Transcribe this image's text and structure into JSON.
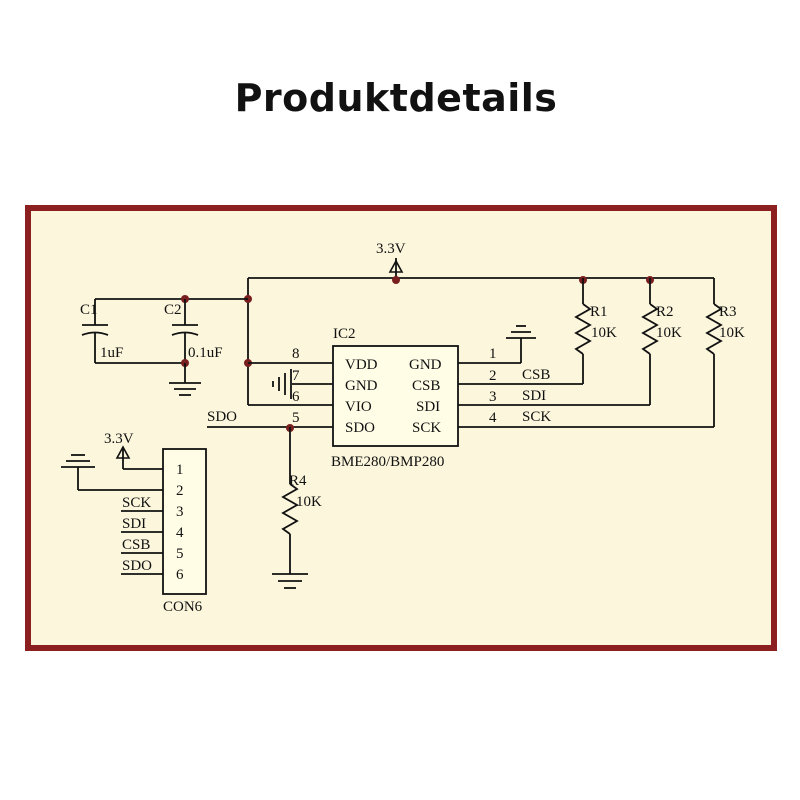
{
  "title": "Produktdetails",
  "colors": {
    "frame": "#8c1f1f",
    "background": "#fbf6dc",
    "wire": "#111111"
  },
  "schematic": {
    "supply_main": "3.3V",
    "supply_con": "3.3V",
    "capacitors": [
      {
        "ref": "C1",
        "value": "1uF"
      },
      {
        "ref": "C2",
        "value": "0.1uF"
      }
    ],
    "resistors": [
      {
        "ref": "R1",
        "value": "10K"
      },
      {
        "ref": "R2",
        "value": "10K"
      },
      {
        "ref": "R3",
        "value": "10K"
      },
      {
        "ref": "R4",
        "value": "10K"
      }
    ],
    "ic": {
      "ref": "IC2",
      "part": "BME280/BMP280",
      "left_pins": [
        {
          "num": "8",
          "name": "VDD"
        },
        {
          "num": "7",
          "name": "GND"
        },
        {
          "num": "6",
          "name": "VIO"
        },
        {
          "num": "5",
          "name": "SDO"
        }
      ],
      "right_pins": [
        {
          "num": "1",
          "name": "GND"
        },
        {
          "num": "2",
          "name": "CSB"
        },
        {
          "num": "3",
          "name": "SDI"
        },
        {
          "num": "4",
          "name": "SCK"
        }
      ]
    },
    "net_labels": {
      "sdo": "SDO",
      "csb": "CSB",
      "sdi": "SDI",
      "sck": "SCK"
    },
    "connector": {
      "ref": "CON6",
      "pins": [
        "1",
        "2",
        "3",
        "4",
        "5",
        "6"
      ],
      "signals": [
        "SCK",
        "SDI",
        "CSB",
        "SDO"
      ]
    }
  }
}
